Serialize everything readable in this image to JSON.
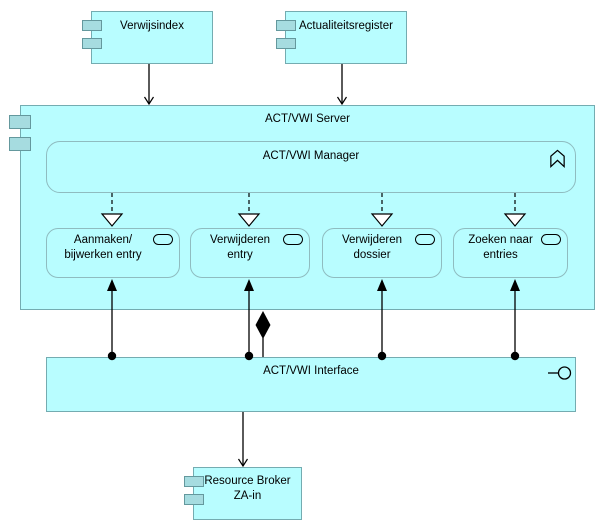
{
  "colors": {
    "background": "#FFFFFF",
    "element_fill": "#B8FDFF",
    "element_border": "#74ACB1",
    "rounded_border": "#8FBCC0",
    "tab_fill": "#A6DCE0",
    "tab_border": "#64989D",
    "connector": "#000000",
    "text_color": "#000000"
  },
  "nodes": {
    "verwijsindex": {
      "label": "Verwijsindex",
      "element_type": "application component"
    },
    "actualiteitsregister": {
      "label": "Actualiteitsregister",
      "element_type": "application component"
    },
    "server": {
      "label": "ACT/VWI Server",
      "element_type": "application component"
    },
    "manager": {
      "label": "ACT/VWI Manager",
      "element_type": "application function"
    },
    "services": [
      {
        "line1": "Aanmaken/",
        "line2": "bijwerken entry"
      },
      {
        "line1": "Verwijderen",
        "line2": "entry"
      },
      {
        "line1": "Verwijderen",
        "line2": "dossier"
      },
      {
        "line1": "Zoeken naar",
        "line2": "entries"
      }
    ],
    "interface": {
      "label": "ACT/VWI Interface",
      "element_type": "application interface"
    },
    "resource_broker": {
      "line1": "Resource Broker",
      "line2": "ZA-in",
      "element_type": "application component"
    }
  },
  "relationships": [
    {
      "from": "Verwijsindex",
      "to": "ACT/VWI Server",
      "type": "arrow"
    },
    {
      "from": "Actualiteitsregister",
      "to": "ACT/VWI Server",
      "type": "arrow"
    },
    {
      "from": "ACT/VWI Manager",
      "to": "Aanmaken/bijwerken entry",
      "type": "realization"
    },
    {
      "from": "ACT/VWI Manager",
      "to": "Verwijderen entry",
      "type": "realization"
    },
    {
      "from": "ACT/VWI Manager",
      "to": "Verwijderen dossier",
      "type": "realization"
    },
    {
      "from": "ACT/VWI Manager",
      "to": "Zoeken naar entries",
      "type": "realization"
    },
    {
      "from": "ACT/VWI Interface",
      "to": "Aanmaken/bijwerken entry",
      "type": "assignment"
    },
    {
      "from": "ACT/VWI Interface",
      "to": "Verwijderen entry",
      "type": "assignment"
    },
    {
      "from": "ACT/VWI Interface",
      "to": "Verwijderen dossier",
      "type": "assignment"
    },
    {
      "from": "ACT/VWI Interface",
      "to": "Zoeken naar entries",
      "type": "assignment"
    },
    {
      "from": "ACT/VWI Server",
      "to": "ACT/VWI Interface",
      "type": "composition"
    },
    {
      "from": "ACT/VWI Interface",
      "to": "Resource Broker ZA-in",
      "type": "arrow"
    }
  ]
}
